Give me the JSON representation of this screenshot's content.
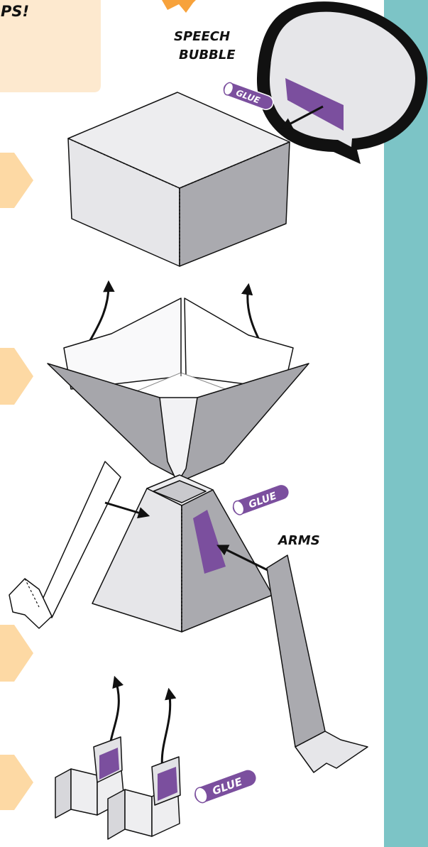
{
  "tip_box": {
    "text_fragment": "PS!"
  },
  "labels": {
    "speech_bubble_line1": "SPEECH",
    "speech_bubble_line2": "BUBBLE",
    "arms": "ARMS"
  },
  "glue_sticks": [
    {
      "label": "GLUE"
    },
    {
      "label": "GLUE"
    },
    {
      "label": "GLUE"
    }
  ],
  "colors": {
    "teal_panel": "#7cc4c6",
    "tip_box": "#fde9cf",
    "step_arrow": "#fdd9a4",
    "burst": "#f7a23b",
    "glue_purple": "#7b4f9e",
    "paper_light": "#e7e7ea",
    "paper_dark": "#a9a9ad",
    "outline": "#111111"
  },
  "icons": [
    "step-arrow-icon",
    "glue-stick-icon",
    "curved-arrow-icon",
    "straight-arrow-icon"
  ]
}
